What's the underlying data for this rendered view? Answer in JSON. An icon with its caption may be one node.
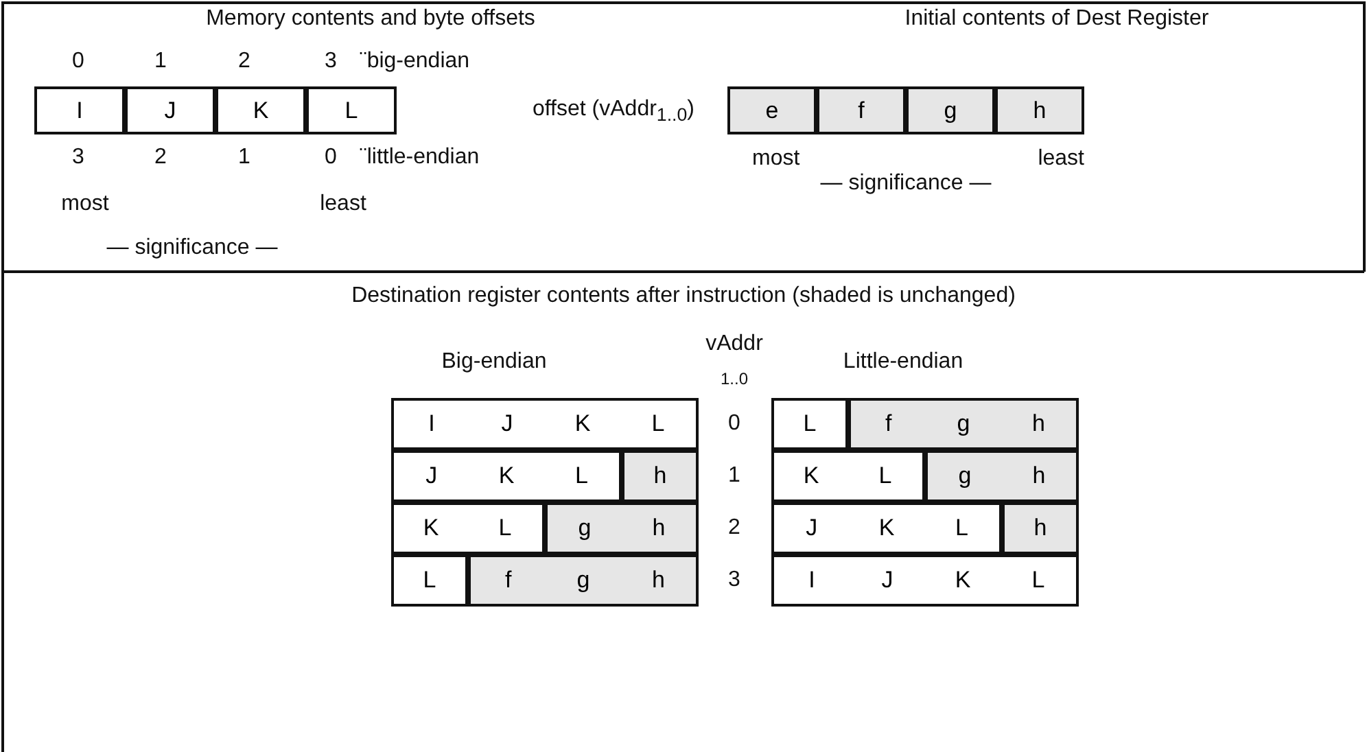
{
  "diagram": {
    "nodes": [
      {
        "text": [
          "I"
        ]
      },
      {
        "text": [
          "J"
        ]
      },
      {
        "text": [
          "K"
        ]
      },
      {
        "text": [
          "L"
        ]
      },
      {
        "text": [
          "e"
        ]
      },
      {
        "text": [
          "f"
        ]
      },
      {
        "text": [
          "g"
        ]
      },
      {
        "text": [
          "h"
        ]
      },
      {
        "text": [
          "I",
          "J",
          "K",
          "L"
        ]
      },
      {
        "text": [
          "L"
        ]
      },
      {
        "text": [
          "f",
          "g",
          "h"
        ]
      },
      {
        "text": [
          "J",
          "K",
          "L"
        ]
      },
      {
        "text": [
          "h"
        ]
      },
      {
        "text": [
          "K",
          "L"
        ]
      },
      {
        "text": [
          "g",
          "h"
        ]
      },
      {
        "text": [
          "K",
          "L"
        ]
      },
      {
        "text": [
          "g",
          "h"
        ]
      },
      {
        "text": [
          "J",
          "K",
          "L"
        ]
      },
      {
        "text": [
          "h"
        ]
      },
      {
        "text": [
          "L"
        ]
      },
      {
        "text": [
          "f",
          "g",
          "h"
        ]
      },
      {
        "text": [
          "I",
          "J",
          "K",
          "L"
        ]
      }
    ],
    "labels": [
      "Memory contents and byte offsets",
      "Initial contents of Dest Register",
      "0",
      "1",
      "2",
      "3",
      "¨big-endian",
      "offset (vAddr$_{1..0}$)",
      "3",
      "2",
      "1",
      "0",
      "¨little-endian",
      "most",
      "least",
      "— significance —",
      "most",
      "least",
      "— significance —",
      "Destination register contents after instruction (shaded is unchanged)",
      "Big-endian",
      "vAddr",
      "1..0",
      "Little-endian",
      "0",
      "1",
      "2",
      "3"
    ]
  }
}
